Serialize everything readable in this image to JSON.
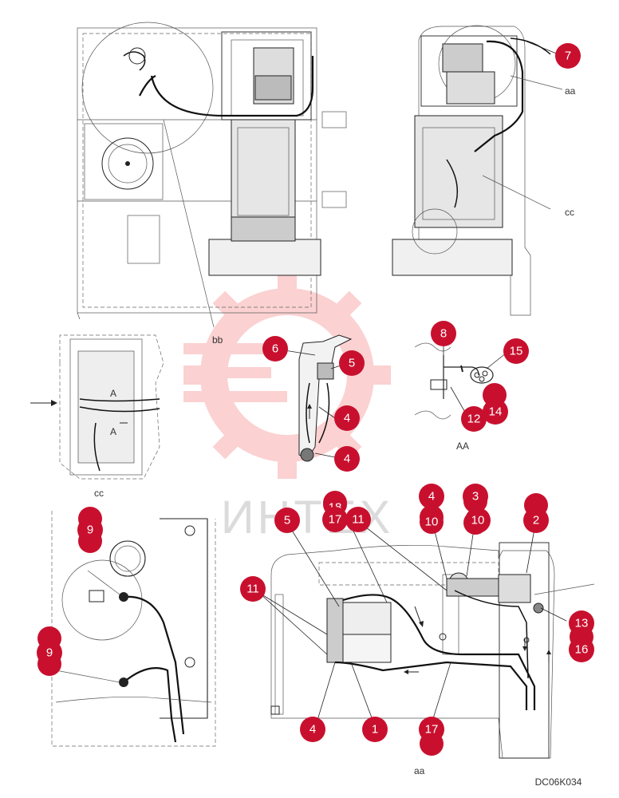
{
  "watermark_text": "ИНТЕХ",
  "drawing_code": "DC06K034",
  "view_labels": {
    "aa_top": "aa",
    "cc_top": "cc",
    "bb_top": "bb",
    "cc_detail": "cc",
    "aa_section": "AA",
    "aa_bottom": "aa"
  },
  "arrow_mark": "A",
  "callouts": [
    {
      "id": "c7",
      "text": "7"
    },
    {
      "id": "c6",
      "text": "6"
    },
    {
      "id": "c5a",
      "text": "5"
    },
    {
      "id": "c4a",
      "text": "4"
    },
    {
      "id": "c4b",
      "text": "4"
    },
    {
      "id": "c8",
      "text": "8"
    },
    {
      "id": "c15",
      "text": "15"
    },
    {
      "id": "c12",
      "text": "12"
    },
    {
      "id": "c14",
      "text": "14"
    },
    {
      "id": "c18a",
      "text": "18"
    },
    {
      "id": "c17a",
      "text": "17"
    },
    {
      "id": "c11a",
      "text": "11"
    },
    {
      "id": "c5b",
      "text": "5"
    },
    {
      "id": "c4c",
      "text": "4"
    },
    {
      "id": "c10a",
      "text": "10"
    },
    {
      "id": "c3",
      "text": "3"
    },
    {
      "id": "c10b",
      "text": "10"
    },
    {
      "id": "c2",
      "text": "2"
    },
    {
      "id": "c9a",
      "text": "9"
    },
    {
      "id": "c11b",
      "text": "11"
    },
    {
      "id": "c13",
      "text": "13"
    },
    {
      "id": "c16",
      "text": "16"
    },
    {
      "id": "c9b",
      "text": "9"
    },
    {
      "id": "c4d",
      "text": "4"
    },
    {
      "id": "c1",
      "text": "1"
    },
    {
      "id": "c17b",
      "text": "17"
    }
  ]
}
